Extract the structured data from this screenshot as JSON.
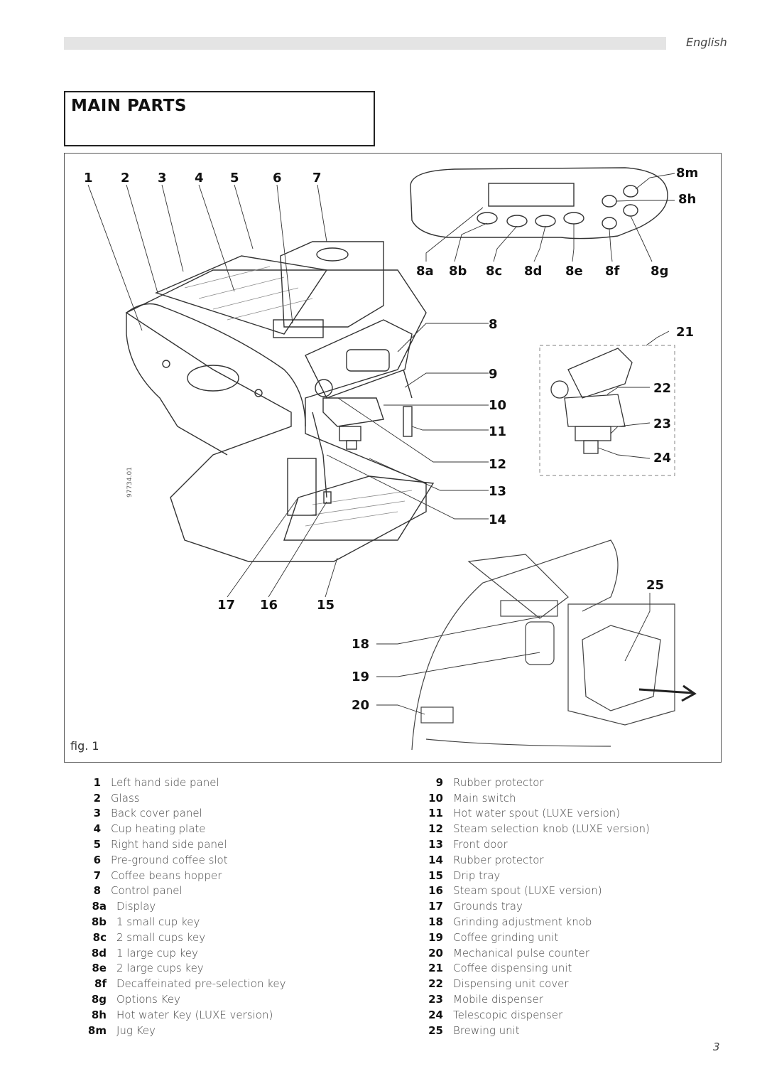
{
  "header": {
    "language": "English"
  },
  "section": {
    "title": "MAIN PARTS"
  },
  "figure": {
    "caption": "fig. 1",
    "code": "97734.01",
    "callouts": {
      "c1": "1",
      "c2": "2",
      "c3": "3",
      "c4": "4",
      "c5": "5",
      "c6": "6",
      "c7": "7",
      "c8m": "8m",
      "c8h": "8h",
      "c8a": "8a",
      "c8b": "8b",
      "c8c": "8c",
      "c8d": "8d",
      "c8e": "8e",
      "c8f": "8f",
      "c8g": "8g",
      "c8": "8",
      "c21": "21",
      "c9": "9",
      "c22": "22",
      "c10": "10",
      "c23": "23",
      "c11": "11",
      "c24": "24",
      "c12": "12",
      "c13": "13",
      "c14": "14",
      "c17": "17",
      "c16": "16",
      "c15": "15",
      "c25": "25",
      "c18": "18",
      "c19": "19",
      "c20": "20"
    }
  },
  "legend_left": [
    {
      "num": "1",
      "label": "Left hand side panel"
    },
    {
      "num": "2",
      "label": "Glass"
    },
    {
      "num": "3",
      "label": "Back cover panel"
    },
    {
      "num": "4",
      "label": "Cup heating plate"
    },
    {
      "num": "5",
      "label": "Right hand side panel"
    },
    {
      "num": "6",
      "label": "Pre-ground coffee slot"
    },
    {
      "num": "7",
      "label": "Coffee beans hopper"
    },
    {
      "num": "8",
      "label": "Control panel"
    },
    {
      "num": "8a",
      "label": "Display"
    },
    {
      "num": "8b",
      "label": "1 small cup key"
    },
    {
      "num": "8c",
      "label": "2 small cups key"
    },
    {
      "num": "8d",
      "label": "1 large cup key"
    },
    {
      "num": "8e",
      "label": "2 large cups key"
    },
    {
      "num": "8f",
      "label": "Decaffeinated pre-selection key"
    },
    {
      "num": "8g",
      "label": "Options Key"
    },
    {
      "num": "8h",
      "label": "Hot water Key (LUXE version)"
    },
    {
      "num": "8m",
      "label": "Jug Key"
    }
  ],
  "legend_right": [
    {
      "num": "9",
      "label": "Rubber protector"
    },
    {
      "num": "10",
      "label": "Main switch"
    },
    {
      "num": "11",
      "label": "Hot water spout (LUXE version)"
    },
    {
      "num": "12",
      "label": "Steam selection knob (LUXE version)"
    },
    {
      "num": "13",
      "label": "Front door"
    },
    {
      "num": "14",
      "label": "Rubber protector"
    },
    {
      "num": "15",
      "label": "Drip tray"
    },
    {
      "num": "16",
      "label": "Steam spout (LUXE version)"
    },
    {
      "num": "17",
      "label": "Grounds tray"
    },
    {
      "num": "18",
      "label": "Grinding adjustment knob"
    },
    {
      "num": "19",
      "label": "Coffee grinding unit"
    },
    {
      "num": "20",
      "label": "Mechanical pulse counter"
    },
    {
      "num": "21",
      "label": "Coffee dispensing unit"
    },
    {
      "num": "22",
      "label": "Dispensing unit cover"
    },
    {
      "num": "23",
      "label": "Mobile dispenser"
    },
    {
      "num": "24",
      "label": "Telescopic dispenser"
    },
    {
      "num": "25",
      "label": "Brewing unit"
    }
  ],
  "footer": {
    "page_number": "3"
  }
}
